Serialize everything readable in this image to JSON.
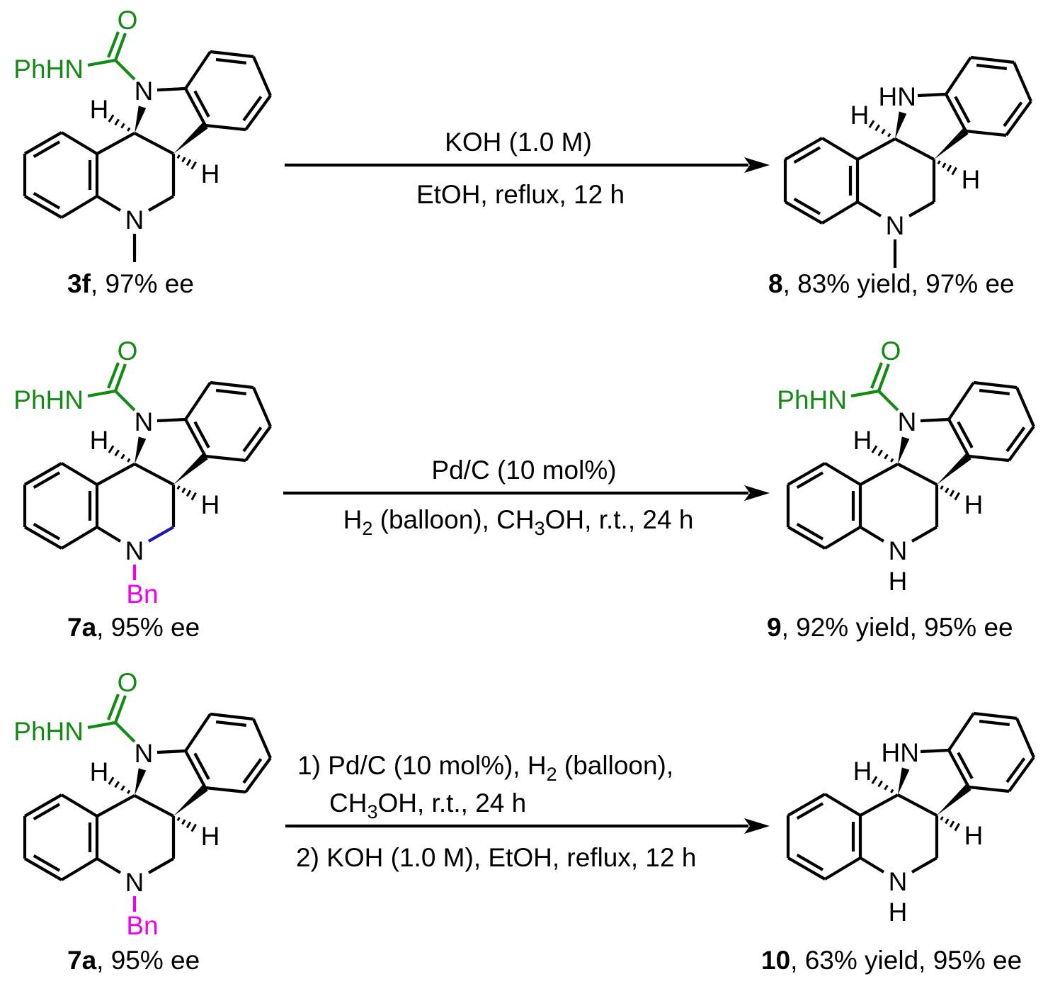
{
  "colors": {
    "bond": "#000000",
    "carbamoyl": "#138a13",
    "benzyl": "#ee00ee",
    "highlight_bond": "#1a1aa8"
  },
  "atom_labels": {
    "oxygen": "O",
    "phhn": "PhHN",
    "n": "N",
    "hn": "HN",
    "h": "H",
    "bn": "Bn"
  },
  "rows": [
    {
      "reactant": {
        "id": "3f",
        "rest": ", 97% ee",
        "n_sub": "methyl",
        "indole_nh": false,
        "blue_bond": false
      },
      "conditions": [
        [
          {
            "t": "KOH (1.0 M)"
          }
        ],
        [
          {
            "t": "EtOH, reflux, 12 h"
          }
        ]
      ],
      "product": {
        "id": "8",
        "rest": ", 83% yield, 97% ee",
        "n_sub": "methyl",
        "indole_nh": true
      }
    },
    {
      "reactant": {
        "id": "7a",
        "rest": ", 95% ee",
        "n_sub": "benzyl",
        "indole_nh": false,
        "blue_bond": true
      },
      "conditions": [
        [
          {
            "t": "Pd/C (10 mol%)"
          }
        ],
        [
          {
            "t": "H"
          },
          {
            "t": "2",
            "sub": true
          },
          {
            "t": " (balloon), CH"
          },
          {
            "t": "3",
            "sub": true
          },
          {
            "t": "OH, r.t., 24 h"
          }
        ]
      ],
      "product": {
        "id": "9",
        "rest": ", 92% yield, 95% ee",
        "n_sub": "H",
        "indole_nh": false
      }
    },
    {
      "reactant": {
        "id": "7a",
        "rest": ", 95% ee",
        "n_sub": "benzyl",
        "indole_nh": false,
        "blue_bond": false
      },
      "conditions": [
        [
          {
            "t": "1) Pd/C (10 mol%), H"
          },
          {
            "t": "2",
            "sub": true
          },
          {
            "t": " (balloon),"
          }
        ],
        [
          {
            "t": "CH"
          },
          {
            "t": "3",
            "sub": true
          },
          {
            "t": "OH, r.t., 24 h"
          }
        ],
        [
          {
            "t": "2) KOH (1.0 M), EtOH, reflux, 12 h"
          }
        ]
      ],
      "product": {
        "id": "10",
        "rest": ", 63% yield, 95% ee",
        "n_sub": "H",
        "indole_nh": true
      }
    }
  ]
}
